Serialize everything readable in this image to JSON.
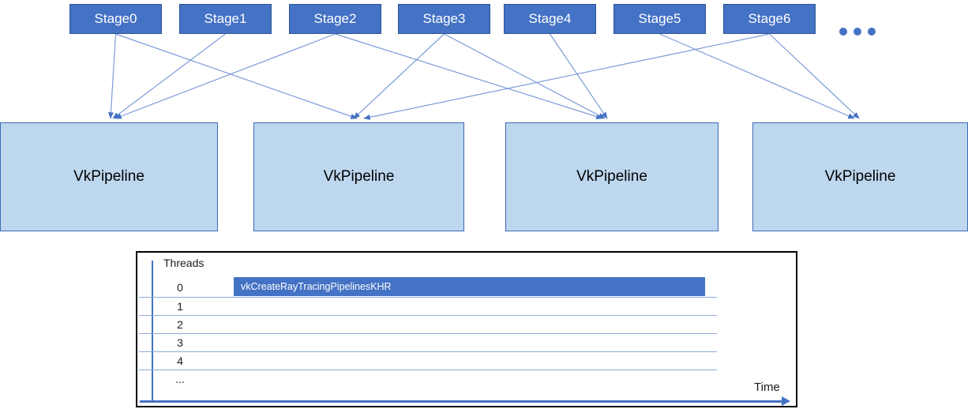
{
  "diagram": {
    "stages": [
      {
        "label": "Stage0"
      },
      {
        "label": "Stage1"
      },
      {
        "label": "Stage2"
      },
      {
        "label": "Stage3"
      },
      {
        "label": "Stage4"
      },
      {
        "label": "Stage5"
      },
      {
        "label": "Stage6"
      }
    ],
    "ellipsis_icon": "three-dots",
    "pipelines": [
      {
        "label": "VkPipeline"
      },
      {
        "label": "VkPipeline"
      },
      {
        "label": "VkPipeline"
      },
      {
        "label": "VkPipeline"
      }
    ],
    "edges": [
      {
        "from": 0,
        "to": 0
      },
      {
        "from": 0,
        "to": 1
      },
      {
        "from": 1,
        "to": 0
      },
      {
        "from": 2,
        "to": 0
      },
      {
        "from": 2,
        "to": 2
      },
      {
        "from": 3,
        "to": 1
      },
      {
        "from": 3,
        "to": 2
      },
      {
        "from": 4,
        "to": 2
      },
      {
        "from": 5,
        "to": 3
      },
      {
        "from": 6,
        "to": 1
      },
      {
        "from": 6,
        "to": 3
      }
    ]
  },
  "timeline": {
    "title": "Threads",
    "rows": [
      "0",
      "1",
      "2",
      "3",
      "4",
      "..."
    ],
    "bar": {
      "row": "0",
      "label": "vkCreateRayTracingPipelinesKHR"
    },
    "axis_label": "Time"
  },
  "chart_data": {
    "type": "gantt",
    "ylabel": "Threads",
    "xlabel": "Time",
    "categories": [
      "0",
      "1",
      "2",
      "3",
      "4",
      "..."
    ],
    "bars": [
      {
        "row": "0",
        "label": "vkCreateRayTracingPipelinesKHR",
        "start_frac": 0.15,
        "end_frac": 0.86
      }
    ],
    "grid": "horizontal-row-lines",
    "legend": "none"
  },
  "colors": {
    "stage_fill": "#4472C4",
    "stage_border": "#2F5496",
    "stage_text": "#FFFFFF",
    "pipeline_fill": "#BDD7EE",
    "pipeline_border": "#3A6AB4",
    "pipeline_text": "#000000",
    "connector_line": "#7C9BD8",
    "arrowhead": "#4472C4",
    "bar_fill": "#4472C4",
    "bar_text": "#FFFFFF",
    "axis": "#4472C4",
    "row_line": "#8FA9DB",
    "chart_border": "#000000"
  }
}
